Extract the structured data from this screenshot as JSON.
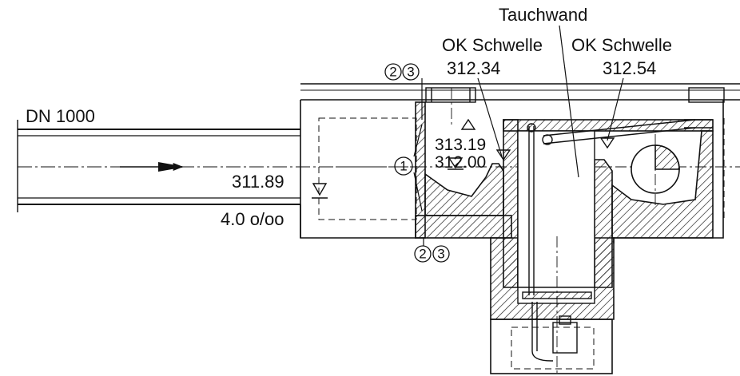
{
  "labels": {
    "tauchwand": "Tauchwand",
    "ok_schwelle_left": "OK Schwelle",
    "ok_schwelle_left_value": "312.34",
    "ok_schwelle_right": "OK Schwelle",
    "ok_schwelle_right_value": "312.54",
    "pipe_dn": "DN 1000",
    "pipe_level": "311.89",
    "pipe_slope": "4.0 o/oo",
    "level_upper": "313.19",
    "level_lower": "312.00"
  },
  "markers": {
    "one": "1",
    "two_top": "2",
    "three_top": "3",
    "two_bottom": "2",
    "three_bottom": "3"
  },
  "colors": {
    "line": "#111111",
    "hatch": "#222222",
    "background": "#ffffff"
  }
}
